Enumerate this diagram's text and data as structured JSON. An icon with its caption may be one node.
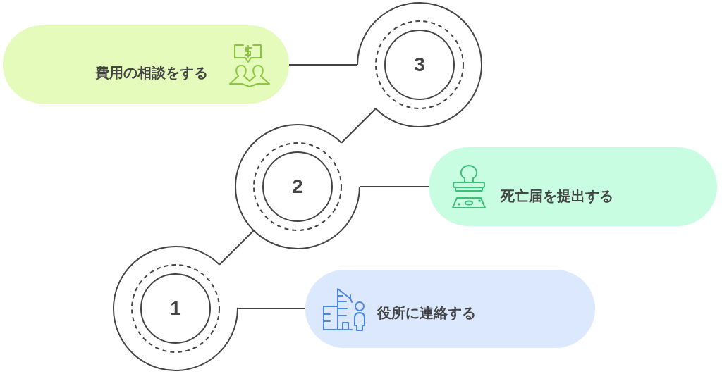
{
  "diagram": {
    "nodes": [
      {
        "text": [
          "費用の相談をする"
        ]
      },
      {
        "text": [
          "3"
        ]
      },
      {
        "text": [
          "2"
        ]
      },
      {
        "text": [
          "死亡届を提出する"
        ]
      },
      {
        "text": [
          "1"
        ]
      },
      {
        "text": [
          "役所に連絡する"
        ]
      }
    ],
    "edges": [
      {
        "from": 1,
        "to": 0,
        "arrow": "none"
      },
      {
        "from": 2,
        "to": 1,
        "arrow": "none"
      },
      {
        "from": 2,
        "to": 3,
        "arrow": "none"
      },
      {
        "from": 4,
        "to": 2,
        "arrow": "none"
      },
      {
        "from": 4,
        "to": 5,
        "arrow": "none"
      }
    ]
  }
}
